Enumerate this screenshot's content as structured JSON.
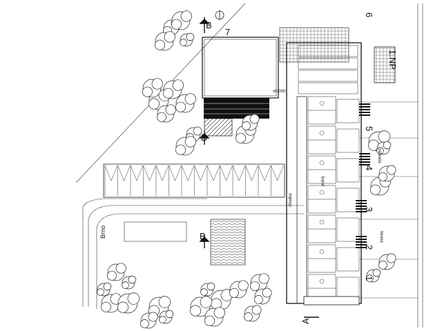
{
  "labels": {
    "house_number": "1.NP",
    "lot_numbers": [
      "1",
      "2",
      "3",
      "4",
      "5",
      "6",
      "7"
    ],
    "section_a": "A",
    "section_b": "B",
    "road": "Brno",
    "garden": "zahrada",
    "terrace": "terasa",
    "hall": "chodba",
    "room": "pokoj",
    "level": "±0,000"
  }
}
